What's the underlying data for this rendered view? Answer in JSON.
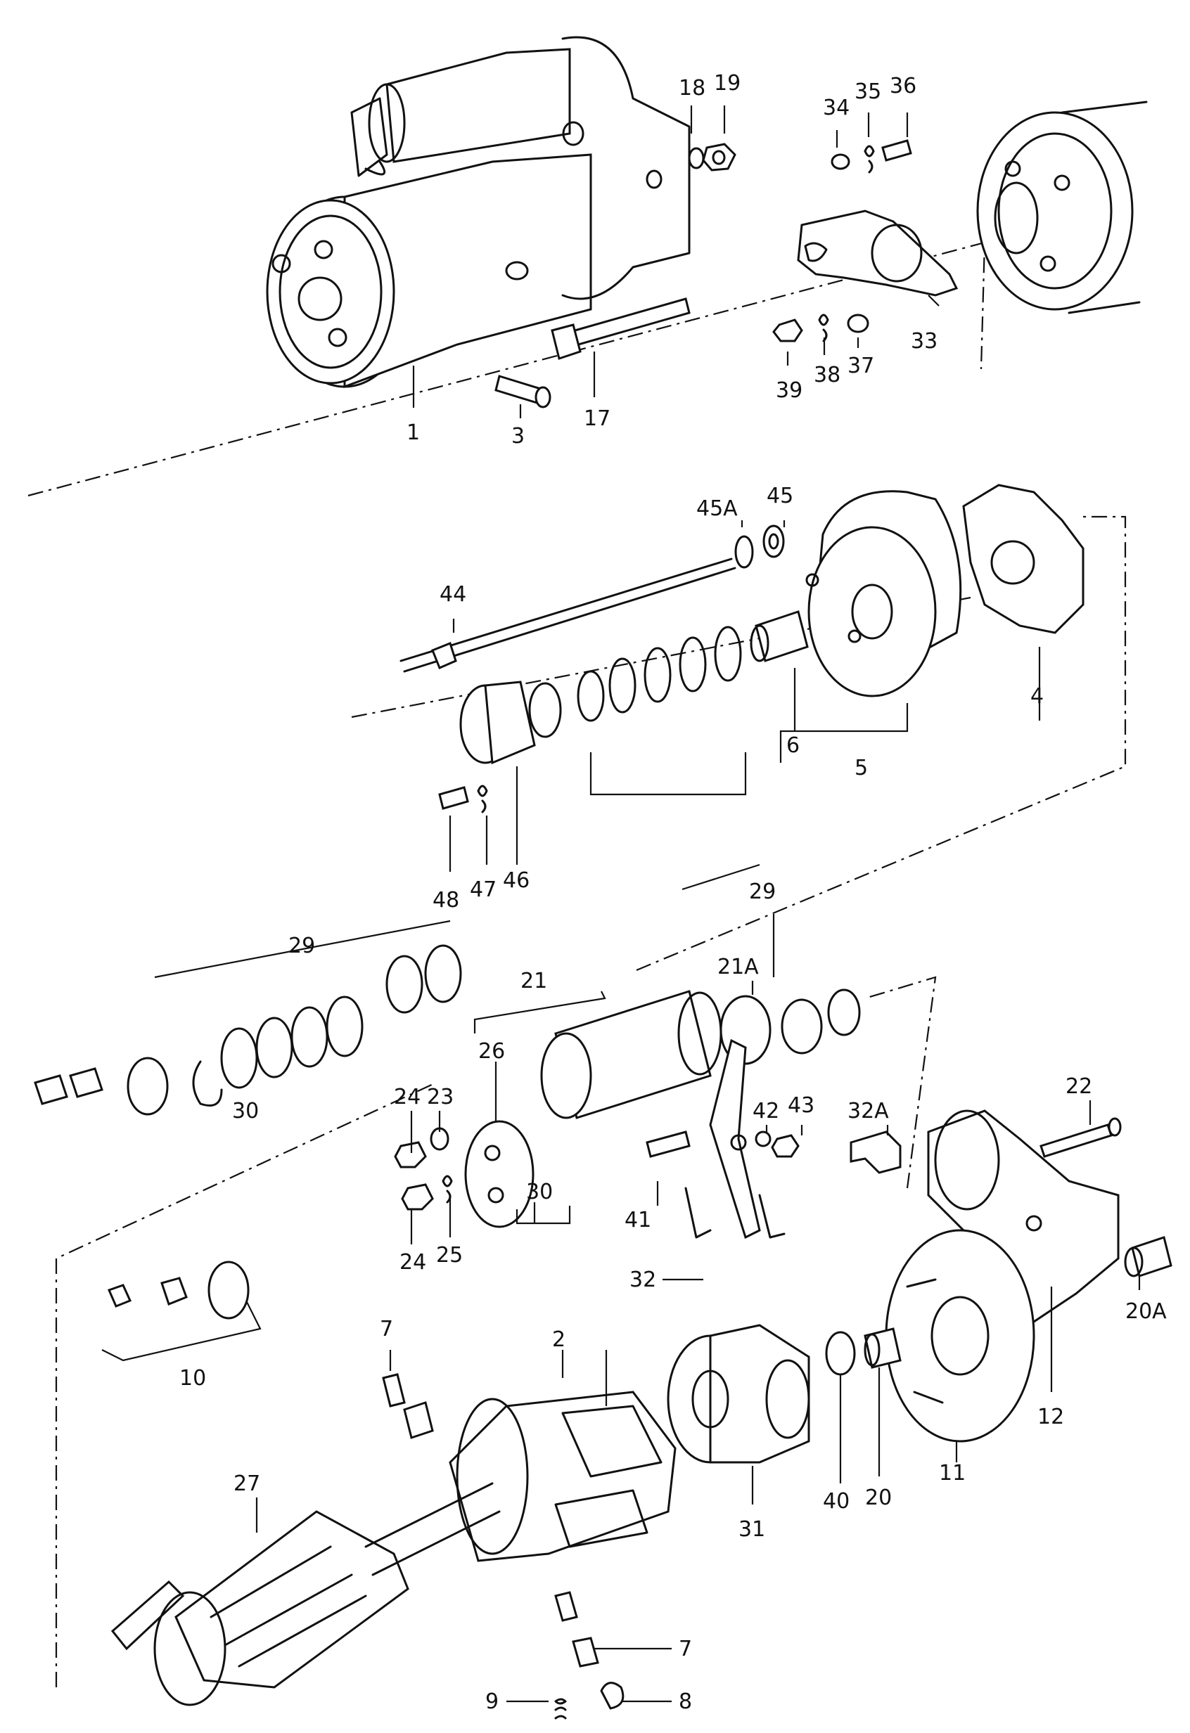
{
  "diagram": {
    "callouts": [
      "1",
      "2",
      "3",
      "4",
      "5",
      "6",
      "7",
      "7",
      "8",
      "9",
      "10",
      "11",
      "12",
      "17",
      "18",
      "19",
      "20",
      "20A",
      "21",
      "21A",
      "22",
      "23",
      "24",
      "24",
      "25",
      "26",
      "27",
      "29",
      "29",
      "30",
      "30",
      "31",
      "32",
      "32A",
      "33",
      "34",
      "35",
      "36",
      "37",
      "38",
      "39",
      "40",
      "41",
      "42",
      "43",
      "44",
      "45",
      "45A",
      "46",
      "47",
      "48"
    ]
  }
}
